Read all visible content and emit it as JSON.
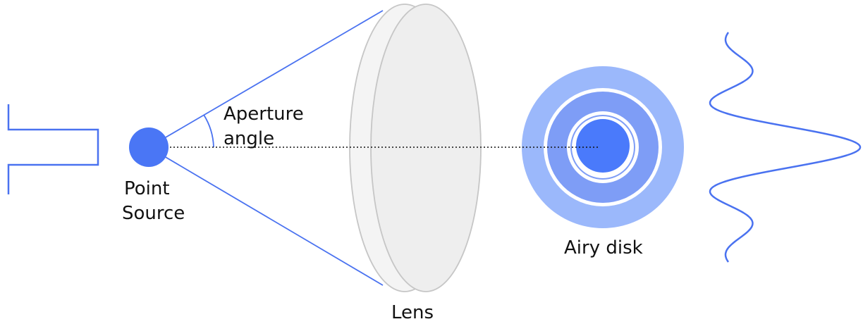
{
  "labels": {
    "aperture_line1": "Aperture",
    "aperture_line2": "angle",
    "point_line1": "Point",
    "point_line2": "Source",
    "airy_disk": "Airy disk",
    "lens": "Lens"
  },
  "colors": {
    "line_blue": "#4a72f0",
    "source_blue": "#4a76f5",
    "ring_outer": "#9bb8fb",
    "ring_middle": "#7e9df6",
    "core_blue": "#4a7afb",
    "lens_fill": "#f2f2f2",
    "lens_stroke": "#c6c6c6",
    "axis_dots": "#111111"
  }
}
